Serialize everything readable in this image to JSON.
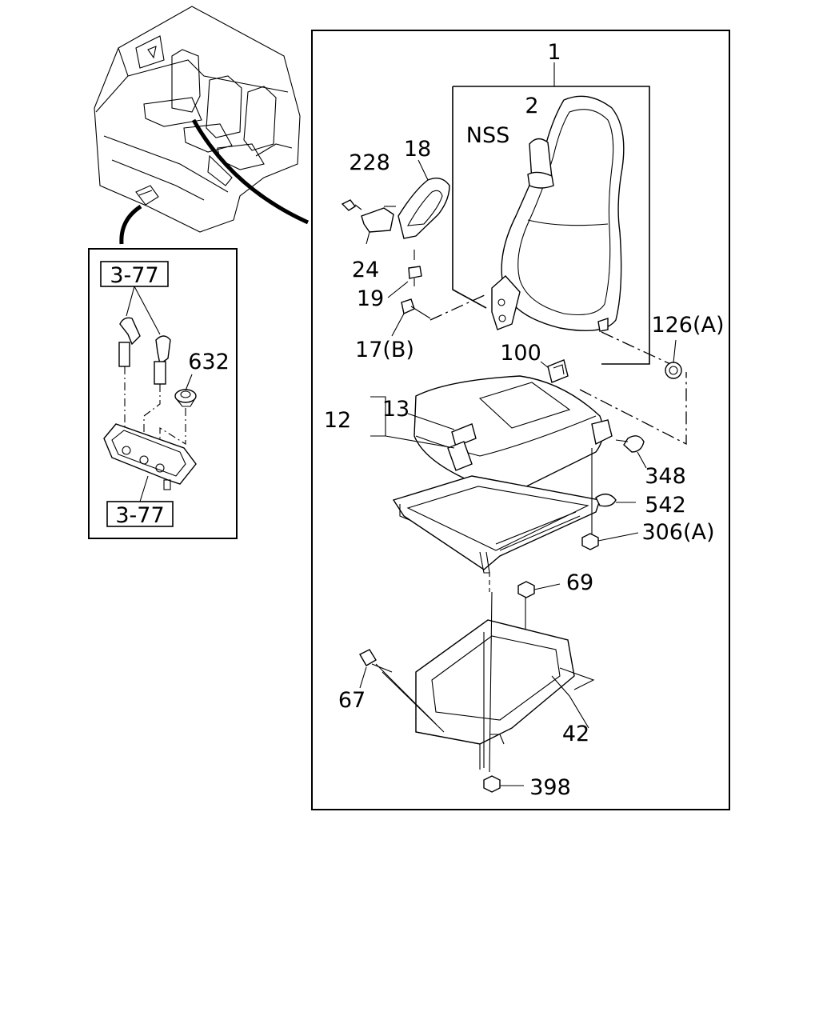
{
  "diagram": {
    "callouts": {
      "c1": "1",
      "c2": "2",
      "nss": "NSS",
      "c18": "18",
      "c228": "228",
      "c24": "24",
      "c19": "19",
      "c17b": "17(B)",
      "c100": "100",
      "c126a": "126(A)",
      "c12": "12",
      "c13": "13",
      "c348": "348",
      "c542": "542",
      "c306a": "306(A)",
      "c69": "69",
      "c67": "67",
      "c42": "42",
      "c398": "398",
      "c632": "632"
    },
    "refs": {
      "ref_top": "3-77",
      "ref_bottom": "3-77"
    }
  }
}
